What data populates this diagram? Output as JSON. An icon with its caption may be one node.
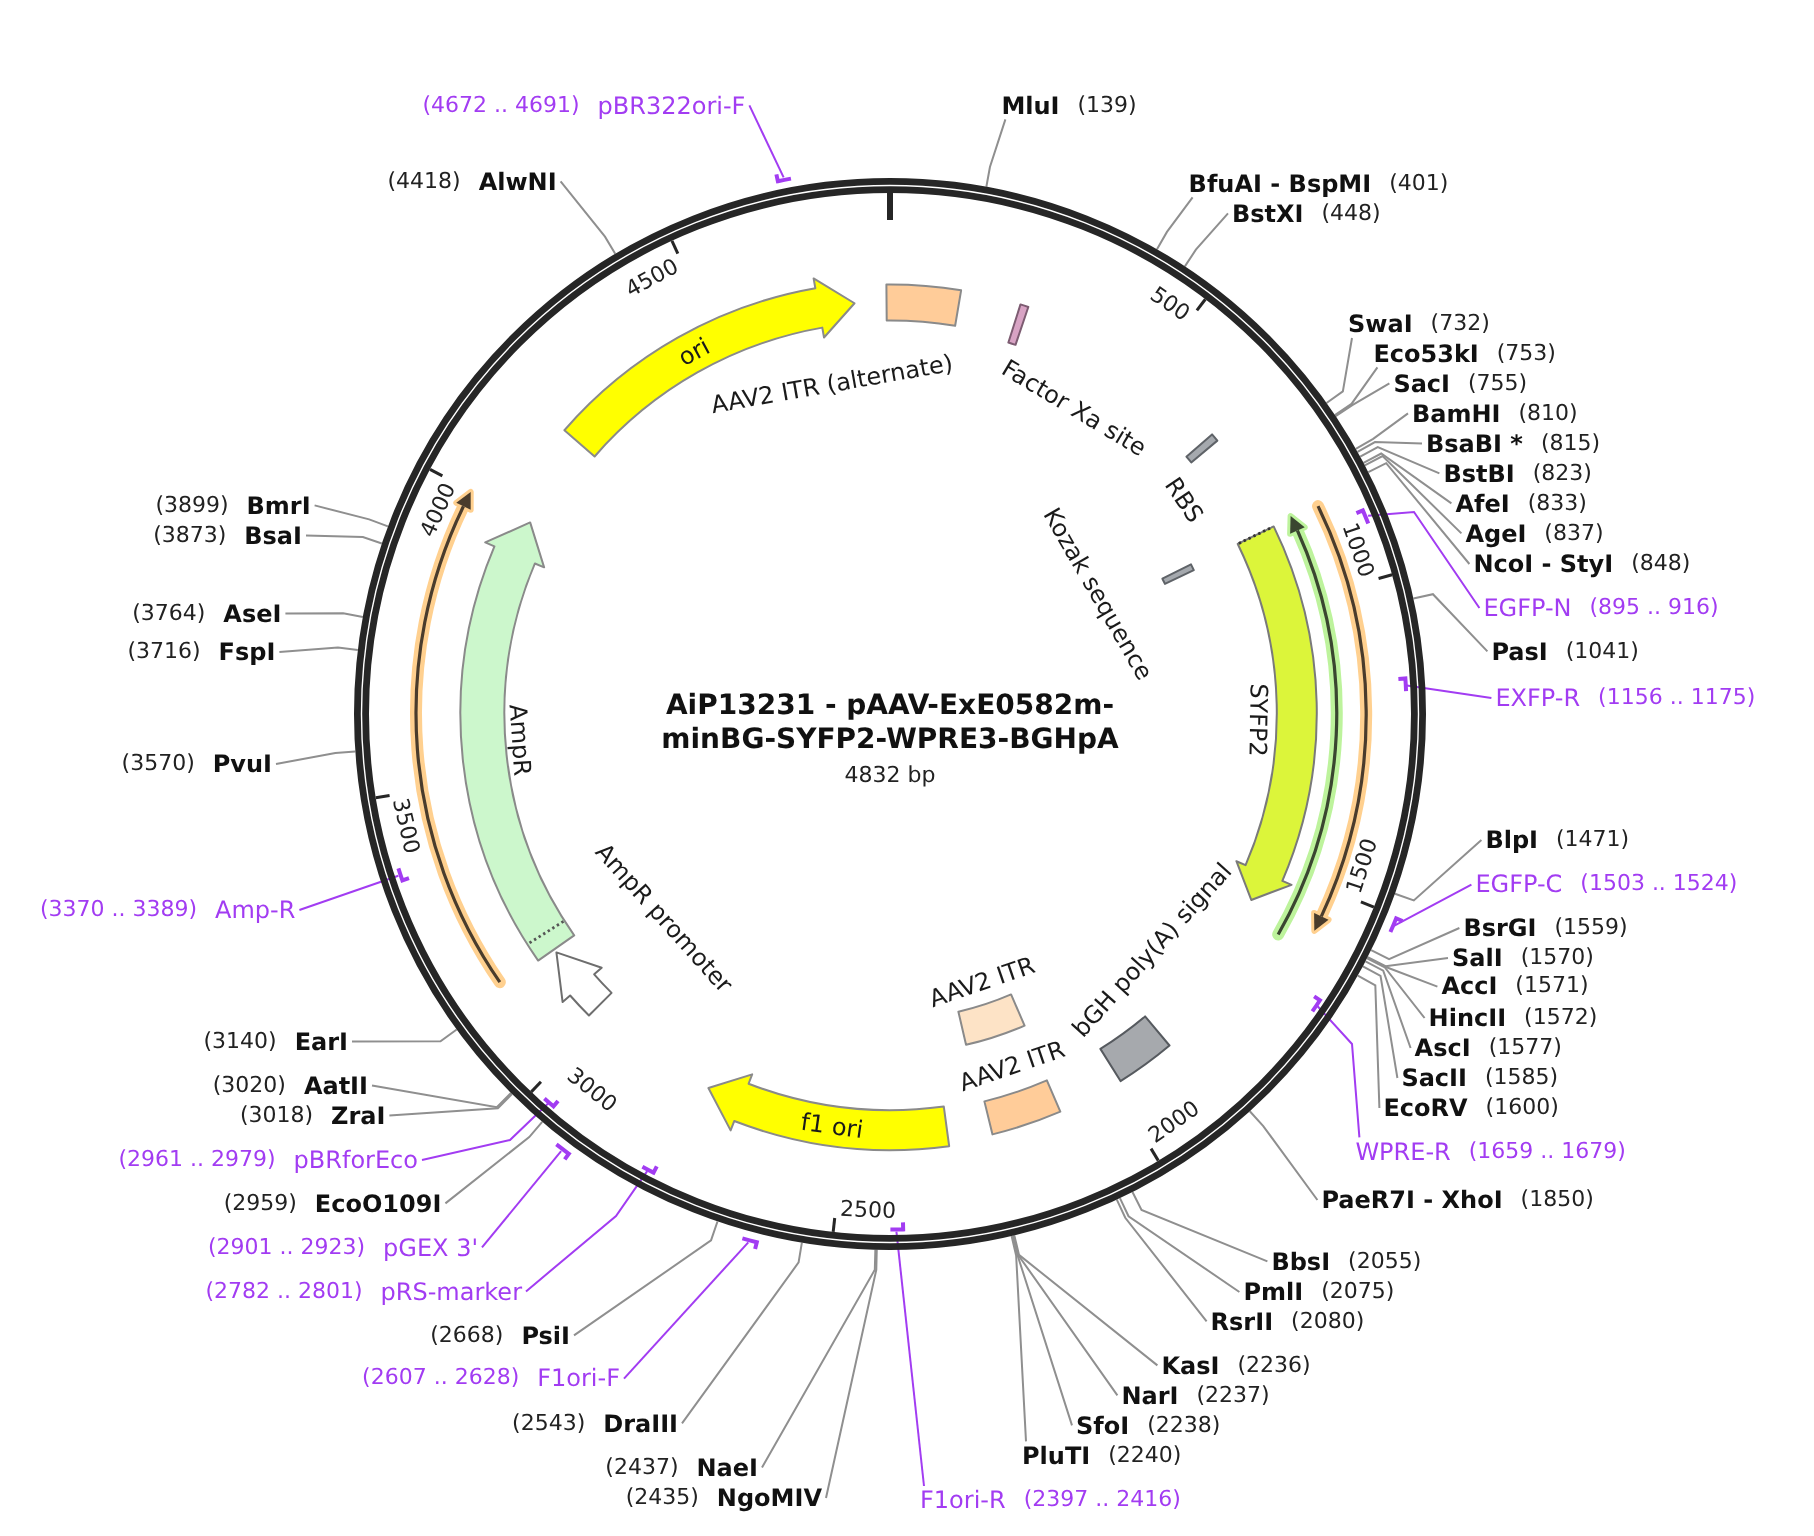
{
  "diagram": {
    "title": "AiP13231 - pAAV-ExE0582m-minBG-SYFP2-WPRE3-BGHpA",
    "nodes": [
      {
        "text": [],
        "shape": "circle"
      },
      {
        "text": [
          "ori"
        ],
        "in": 0
      },
      {
        "text": [
          "AAV2 ITR (alternate)"
        ],
        "in": 0
      },
      {
        "text": [
          "Factor Xa site"
        ],
        "in": 0
      },
      {
        "text": [
          "RBS"
        ],
        "in": 0
      },
      {
        "text": [
          "Kozak sequence"
        ],
        "in": 0
      },
      {
        "text": [
          "SYFP2"
        ],
        "in": 0
      },
      {
        "text": [],
        "shape": "arrow",
        "in": 0
      },
      {
        "text": [],
        "shape": "arrow",
        "in": 0
      },
      {
        "text": [
          "bGH poly(A) signal"
        ],
        "in": 0
      },
      {
        "text": [
          "AAV2 ITR"
        ],
        "in": 0
      },
      {
        "text": [
          "AAV2 ITR"
        ],
        "in": 0
      },
      {
        "text": [
          "f1 ori"
        ],
        "in": 0
      },
      {
        "text": [
          "AmpR promoter"
        ],
        "in": 0
      },
      {
        "text": [
          "AmpR"
        ],
        "in": 0
      },
      {
        "text": [],
        "shape": "arrow",
        "in": 0
      },
      {
        "text": [
          "MluI",
          "(139)"
        ]
      },
      {
        "text": [
          "BfuAI - BspMI",
          "(401)"
        ]
      },
      {
        "text": [
          "BstXI",
          "(448)"
        ]
      },
      {
        "text": [
          "SwaI",
          "(732)"
        ]
      },
      {
        "text": [
          "Eco53kI",
          "(753)"
        ]
      },
      {
        "text": [
          "SacI",
          "(755)"
        ]
      },
      {
        "text": [
          "BamHI",
          "(810)"
        ]
      },
      {
        "text": [
          "BsaBI *",
          "(815)"
        ]
      },
      {
        "text": [
          "BstBI",
          "(823)"
        ]
      },
      {
        "text": [
          "AfeI",
          "(833)"
        ]
      },
      {
        "text": [
          "AgeI",
          "(837)"
        ]
      },
      {
        "text": [
          "NcoI - StyI",
          "(848)"
        ]
      },
      {
        "text": [
          "EGFP-N",
          "(895 .. 916)"
        ]
      },
      {
        "text": [],
        "shape": "bar",
        "in": 0
      },
      {
        "text": [
          "PasI",
          "(1041)"
        ]
      },
      {
        "text": [
          "EXFP-R",
          "(1156 .. 1175)"
        ]
      },
      {
        "text": [],
        "shape": "bar",
        "in": 0
      },
      {
        "text": [
          "BlpI",
          "(1471)"
        ]
      },
      {
        "text": [
          "EGFP-C",
          "(1503 .. 1524)"
        ]
      },
      {
        "text": [],
        "shape": "bar"
      },
      {
        "text": [
          "BsrGI",
          "(1559)"
        ]
      },
      {
        "text": [
          "SalI",
          "(1570)"
        ]
      },
      {
        "text": [
          "AccI",
          "(1571)"
        ]
      },
      {
        "text": [
          "HincII",
          "(1572)"
        ]
      },
      {
        "text": [
          "AscI",
          "(1577)"
        ]
      },
      {
        "text": [
          "SacII",
          "(1585)"
        ]
      },
      {
        "text": [
          "EcoRV",
          "(1600)"
        ]
      },
      {
        "text": [
          "WPRE-R",
          "(1659 .. 1679)"
        ]
      },
      {
        "text": [],
        "shape": "bar",
        "in": 0
      },
      {
        "text": [
          "PaeR7I - XhoI",
          "(1850)"
        ]
      },
      {
        "text": [
          "BbsI",
          "(2055)"
        ]
      },
      {
        "text": [
          "PmlI",
          "(2075)"
        ]
      },
      {
        "text": [
          "RsrII",
          "(2080)"
        ]
      },
      {
        "text": [
          "KasI",
          "(2236)"
        ]
      },
      {
        "text": [
          "NarI",
          "(2237)"
        ]
      },
      {
        "text": [
          "SfoI",
          "(2238)"
        ]
      },
      {
        "text": [
          "PluTI",
          "(2240)"
        ]
      },
      {
        "text": [
          "F1ori-R",
          "(2397 .. 2416)"
        ]
      },
      {
        "text": [],
        "shape": "bar",
        "in": 0
      },
      {
        "text": [
          "(2435)",
          "NgoMIV"
        ]
      },
      {
        "text": [
          "(2437)",
          "NaeI"
        ]
      },
      {
        "text": [
          "(2543)",
          "DraIII"
        ]
      },
      {
        "text": [
          "(2607 .. 2628)",
          "F1ori-F"
        ]
      },
      {
        "text": [],
        "shape": "bar"
      },
      {
        "text": [
          "(2668)",
          "PsiI"
        ]
      },
      {
        "text": [
          "(2782 .. 2801)",
          "pRS-marker"
        ]
      },
      {
        "text": [],
        "shape": "bar",
        "in": 0
      },
      {
        "text": [
          "(2901 .. 2923)",
          "pGEX 3'"
        ]
      },
      {
        "text": [],
        "shape": "bar"
      },
      {
        "text": [
          "(2959)",
          "EcoO109I"
        ]
      },
      {
        "text": [
          "(2961 .. 2979)",
          "pBRforEco"
        ]
      },
      {
        "text": [],
        "shape": "bar",
        "in": 0
      },
      {
        "text": [
          "(3018)",
          "ZraI"
        ]
      },
      {
        "text": [
          "(3020)",
          "AatII"
        ]
      },
      {
        "text": [
          "(3140)",
          "EarI"
        ]
      },
      {
        "text": [
          "(3370 .. 3389)",
          "Amp-R"
        ]
      },
      {
        "text": [],
        "shape": "bar",
        "in": 0
      },
      {
        "text": [
          "(3570)",
          "PvuI"
        ]
      },
      {
        "text": [
          "(3716)",
          "FspI"
        ]
      },
      {
        "text": [
          "(3764)",
          "AseI"
        ]
      },
      {
        "text": [
          "(3873)",
          "BsaI"
        ]
      },
      {
        "text": [
          "(3899)",
          "BmrI"
        ]
      },
      {
        "text": [
          "(4418)",
          "AlwNI"
        ]
      },
      {
        "text": [
          "(4672 .. 4691)",
          "pBR322ori-F"
        ]
      },
      {
        "text": [],
        "shape": "bar"
      }
    ],
    "edges": [
      {
        "from": 16,
        "to": 0,
        "arrow": "none"
      },
      {
        "from": 17,
        "to": 0,
        "arrow": "none"
      },
      {
        "from": 18,
        "to": 0,
        "arrow": "none"
      },
      {
        "from": 19,
        "to": 0,
        "arrow": "none"
      },
      {
        "from": 20,
        "to": 0,
        "arrow": "none"
      },
      {
        "from": 21,
        "to": 0,
        "arrow": "none"
      },
      {
        "from": 22,
        "to": 0,
        "arrow": "none"
      },
      {
        "from": 23,
        "to": 0,
        "arrow": "none"
      },
      {
        "from": 24,
        "to": 0,
        "arrow": "none"
      },
      {
        "from": 25,
        "to": 0,
        "arrow": "none"
      },
      {
        "from": 26,
        "to": 0,
        "arrow": "none"
      },
      {
        "from": 27,
        "to": 0,
        "arrow": "none"
      },
      {
        "from": 28,
        "to": 29,
        "arrow": "none",
        "color": "#a23cf2"
      },
      {
        "from": 30,
        "to": 0,
        "arrow": "none"
      },
      {
        "from": 31,
        "to": 32,
        "arrow": "none",
        "color": "#a23cf2"
      },
      {
        "from": 33,
        "to": 0,
        "arrow": "none"
      },
      {
        "from": 34,
        "to": 35,
        "arrow": "none",
        "color": "#a23cf2"
      },
      {
        "from": 36,
        "to": 0,
        "arrow": "none"
      },
      {
        "from": 37,
        "to": 0,
        "arrow": "none"
      },
      {
        "from": 38,
        "to": 0,
        "arrow": "none"
      },
      {
        "from": 39,
        "to": 0,
        "arrow": "none"
      },
      {
        "from": 40,
        "to": 0,
        "arrow": "none"
      },
      {
        "from": 41,
        "to": 0,
        "arrow": "none"
      },
      {
        "from": 42,
        "to": 0,
        "arrow": "none"
      },
      {
        "from": 43,
        "to": 44,
        "arrow": "none",
        "color": "#a23cf2"
      },
      {
        "from": 45,
        "to": 0,
        "arrow": "none"
      },
      {
        "from": 46,
        "to": 0,
        "arrow": "none"
      },
      {
        "from": 47,
        "to": 0,
        "arrow": "none"
      },
      {
        "from": 48,
        "to": 0,
        "arrow": "none"
      },
      {
        "from": 49,
        "to": 0,
        "arrow": "none"
      },
      {
        "from": 50,
        "to": 0,
        "arrow": "none"
      },
      {
        "from": 51,
        "to": 0,
        "arrow": "none"
      },
      {
        "from": 52,
        "to": 0,
        "arrow": "none"
      },
      {
        "from": 53,
        "to": 54,
        "arrow": "none",
        "color": "#a23cf2"
      },
      {
        "from": 55,
        "to": 0,
        "arrow": "none"
      },
      {
        "from": 56,
        "to": 0,
        "arrow": "none"
      },
      {
        "from": 57,
        "to": 0,
        "arrow": "none"
      },
      {
        "from": 58,
        "to": 59,
        "arrow": "none",
        "color": "#a23cf2"
      },
      {
        "from": 60,
        "to": 0,
        "arrow": "none"
      },
      {
        "from": 61,
        "to": 62,
        "arrow": "none",
        "color": "#a23cf2"
      },
      {
        "from": 63,
        "to": 64,
        "arrow": "none",
        "color": "#a23cf2"
      },
      {
        "from": 65,
        "to": 0,
        "arrow": "none"
      },
      {
        "from": 66,
        "to": 67,
        "arrow": "none",
        "color": "#a23cf2"
      },
      {
        "from": 68,
        "to": 0,
        "arrow": "none"
      },
      {
        "from": 69,
        "to": 0,
        "arrow": "none"
      },
      {
        "from": 70,
        "to": 0,
        "arrow": "none"
      },
      {
        "from": 71,
        "to": 72,
        "arrow": "none",
        "color": "#a23cf2"
      },
      {
        "from": 73,
        "to": 0,
        "arrow": "none"
      },
      {
        "from": 74,
        "to": 0,
        "arrow": "none"
      },
      {
        "from": 75,
        "to": 0,
        "arrow": "none"
      },
      {
        "from": 76,
        "to": 0,
        "arrow": "none"
      },
      {
        "from": 77,
        "to": 0,
        "arrow": "none"
      },
      {
        "from": 78,
        "to": 0,
        "arrow": "none"
      },
      {
        "from": 79,
        "to": 80,
        "arrow": "none",
        "color": "#a23cf2"
      }
    ],
    "labels": [
      "4832 bp",
      "500",
      "1000",
      "1500",
      "2000",
      "2500",
      "3000",
      "3500",
      "4000",
      "4500"
    ]
  }
}
